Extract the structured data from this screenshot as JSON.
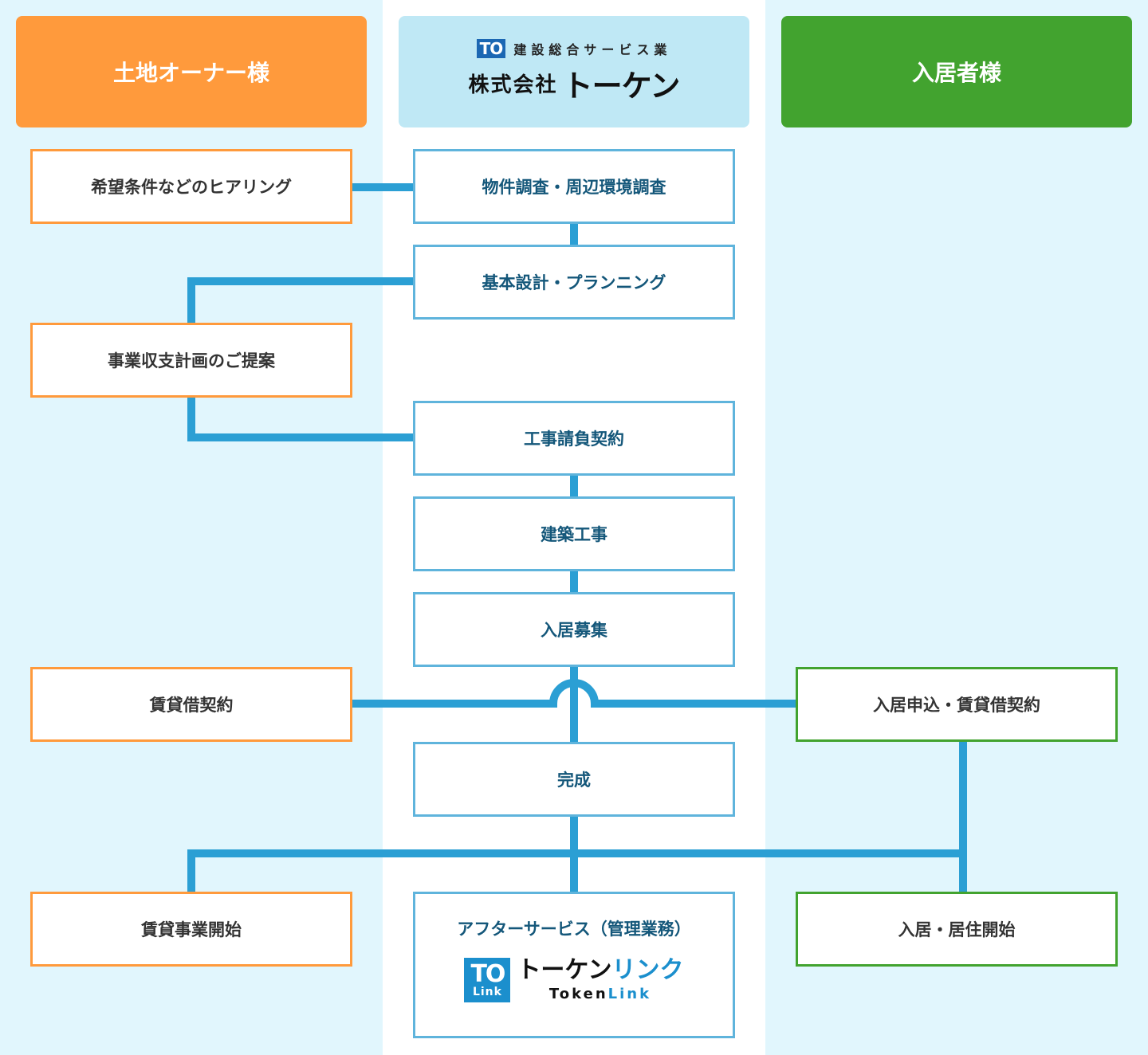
{
  "columns": {
    "owner": "土地オーナー様",
    "tenant": "入居者様",
    "company": {
      "badge": "TO",
      "tagline": "建設総合サービス業",
      "prefix": "株式会社",
      "name": "トーケン"
    }
  },
  "steps": {
    "hearing": "希望条件などのヒアリング",
    "survey": "物件調査・周辺環境調査",
    "design": "基本設計・プランニング",
    "proposal": "事業収支計画のご提案",
    "contract": "工事請負契約",
    "construction": "建築工事",
    "recruit": "入居募集",
    "lease_owner": "賃貸借契約",
    "lease_tenant": "入居申込・賃貸借契約",
    "complete": "完成",
    "rental_start": "賃貸事業開始",
    "after_service": "アフターサービス（管理業務）",
    "move_in": "入居・居住開始"
  },
  "tokenlink": {
    "badge_top": "TO",
    "badge_bottom": "Link",
    "jp_part1": "トーケン",
    "jp_part2": "リンク",
    "en_part1": "Token",
    "en_part2": "Link"
  },
  "colors": {
    "owner": "#ff9a3c",
    "tenant": "#42a32f",
    "company_header": "#bfe8f5",
    "connector": "#2b9fd4",
    "step_border": "#5fb4dc",
    "step_text": "#14577a"
  }
}
